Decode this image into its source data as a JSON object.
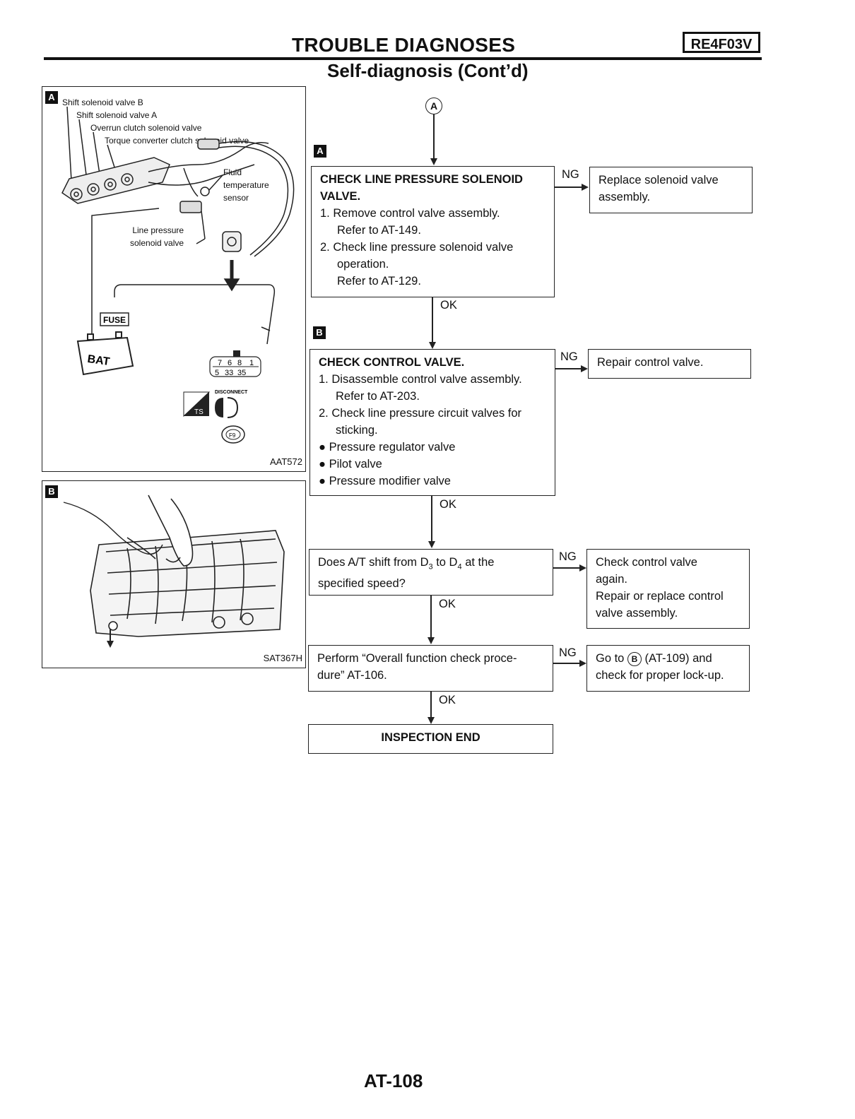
{
  "header": {
    "title": "TROUBLE DIAGNOSES",
    "model_code": "RE4F03V",
    "subtitle": "Self-diagnosis (Cont’d)"
  },
  "figure_a": {
    "badge": "A",
    "labels": {
      "shift_b": "Shift solenoid valve B",
      "shift_a": "Shift solenoid valve A",
      "overrun": "Overrun clutch solenoid valve",
      "torque": "Torque converter clutch solenoid valve",
      "fluid_temp_1": "Fluid",
      "fluid_temp_2": "temperature",
      "fluid_temp_3": "sensor",
      "line_pressure_1": "Line pressure",
      "line_pressure_2": "solenoid valve",
      "fuse": "FUSE",
      "bat": "BAT",
      "disconnect": "DISCONNECT",
      "connector_top": [
        "7",
        "6",
        "8",
        "1"
      ],
      "connector_bottom": [
        "5",
        "33",
        "35"
      ],
      "ts": "TS",
      "f9": "F9"
    },
    "code": "AAT572"
  },
  "figure_b": {
    "badge": "B",
    "code": "SAT367H"
  },
  "flow": {
    "start_marker": "A",
    "step_a_badge": "A",
    "step_a": {
      "title": "CHECK LINE PRESSURE SOLENOID VALVE.",
      "items": [
        {
          "num": "1.",
          "line1": "Remove control valve assembly.",
          "line2": "Refer to AT-149."
        },
        {
          "num": "2.",
          "line1": "Check line pressure solenoid valve",
          "line2": "operation.",
          "line3": "Refer to AT-129."
        }
      ]
    },
    "step_a_ng_label": "NG",
    "step_a_ng_text": "Replace solenoid valve assembly.",
    "ok_1": "OK",
    "step_b_badge": "B",
    "step_b": {
      "title": "CHECK CONTROL VALVE.",
      "items": [
        {
          "num": "1.",
          "line1": "Disassemble control valve assembly.",
          "line2": "Refer to AT-203."
        },
        {
          "num": "2.",
          "line1": "Check line pressure circuit valves for",
          "line2": "sticking."
        }
      ],
      "bullets": [
        "Pressure regulator valve",
        "Pilot valve",
        "Pressure modifier valve"
      ]
    },
    "step_b_ng_label": "NG",
    "step_b_ng_text": "Repair control valve.",
    "ok_2": "OK",
    "step_c": {
      "pre": "Does A/T shift from D",
      "sub1": "3",
      "mid": " to D",
      "sub2": "4",
      "post": " at the",
      "line2": "specified speed?"
    },
    "step_c_ng_label": "NG",
    "step_c_ng_text": [
      "Check control valve",
      "again.",
      "Repair or replace control",
      "valve assembly."
    ],
    "ok_3": "OK",
    "step_d": [
      "Perform “Overall function check proce-",
      "dure” AT-106."
    ],
    "step_d_ng_label": "NG",
    "step_d_ng": {
      "pre": "Go to",
      "marker": "B",
      "post": "(AT-109) and",
      "line2": "check for proper lock-up."
    },
    "ok_4": "OK",
    "end": "INSPECTION END"
  },
  "footer": {
    "page": "AT-108"
  }
}
